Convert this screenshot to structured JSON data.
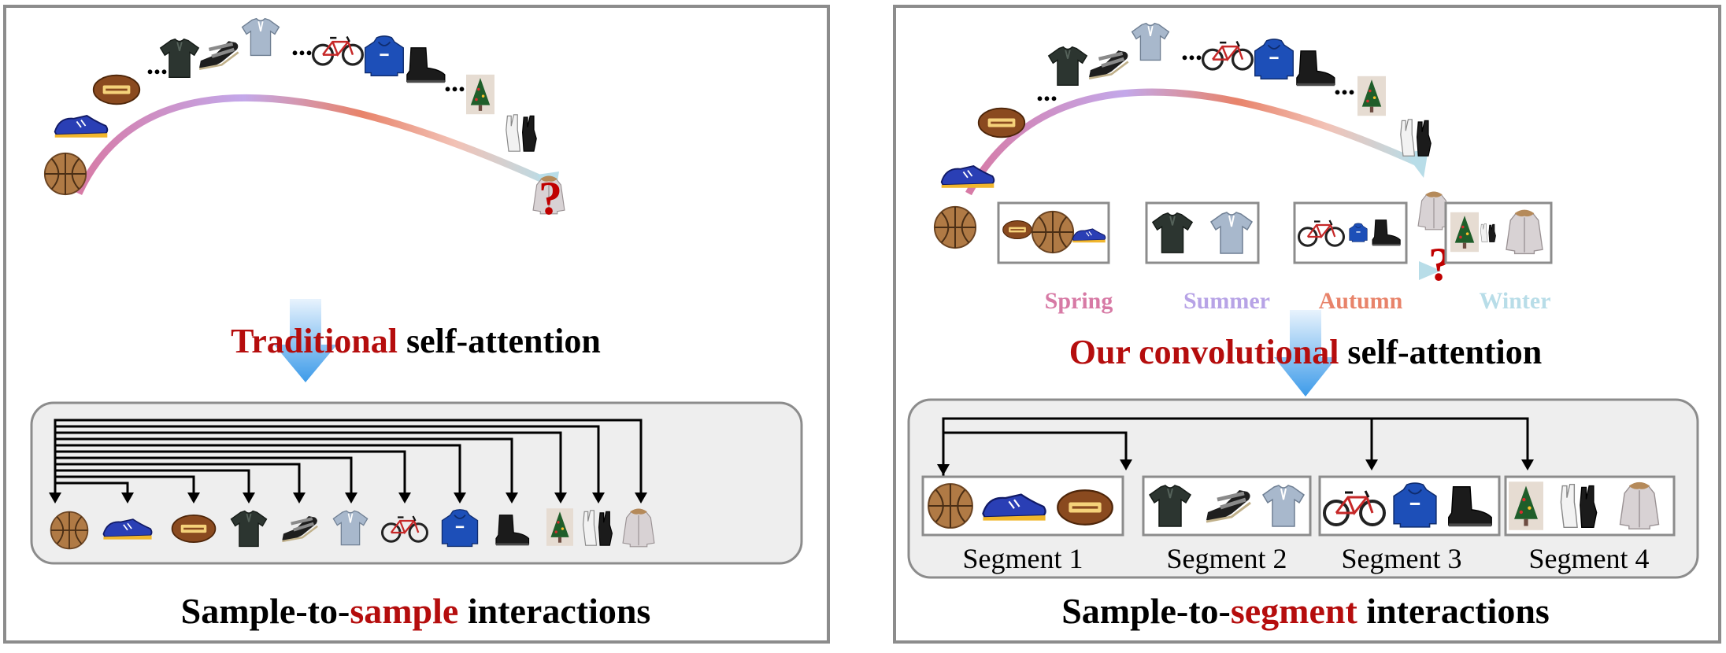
{
  "left_panel": {
    "title_prefix": "Traditional",
    "title_suffix": " self-attention",
    "caption_prefix": "Sample-to-",
    "caption_highlight": "sample",
    "caption_suffix": " interactions",
    "ellipsis": "...",
    "question_mark": "?"
  },
  "right_panel": {
    "title_prefix": "Our convolutional",
    "title_suffix": " self-attention",
    "caption_prefix": "Sample-to-",
    "caption_highlight": "segment",
    "caption_suffix": " interactions",
    "seasons": [
      "Spring",
      "Summer",
      "Autumn",
      "Winter"
    ],
    "segments": [
      "Segment 1",
      "Segment 2",
      "Segment 3",
      "Segment 4"
    ],
    "ellipsis": "...",
    "question_mark": "?"
  },
  "items": [
    "basketball-icon",
    "sneaker-icon",
    "football-icon",
    "polo-shirt-icon",
    "sandal-icon",
    "light-shirt-icon",
    "bicycle-icon",
    "hoodie-icon",
    "boot-icon",
    "christmas-tree-icon",
    "gloves-icon",
    "down-jacket-icon"
  ],
  "colors": {
    "highlight_red": "#b50d0d",
    "spring": "#d77aa5",
    "summer": "#b7a3e6",
    "autumn": "#e8836a",
    "winter": "#b8dde8",
    "panel_border": "#8c8c8c",
    "arrow_blue": "#3d9be9"
  }
}
